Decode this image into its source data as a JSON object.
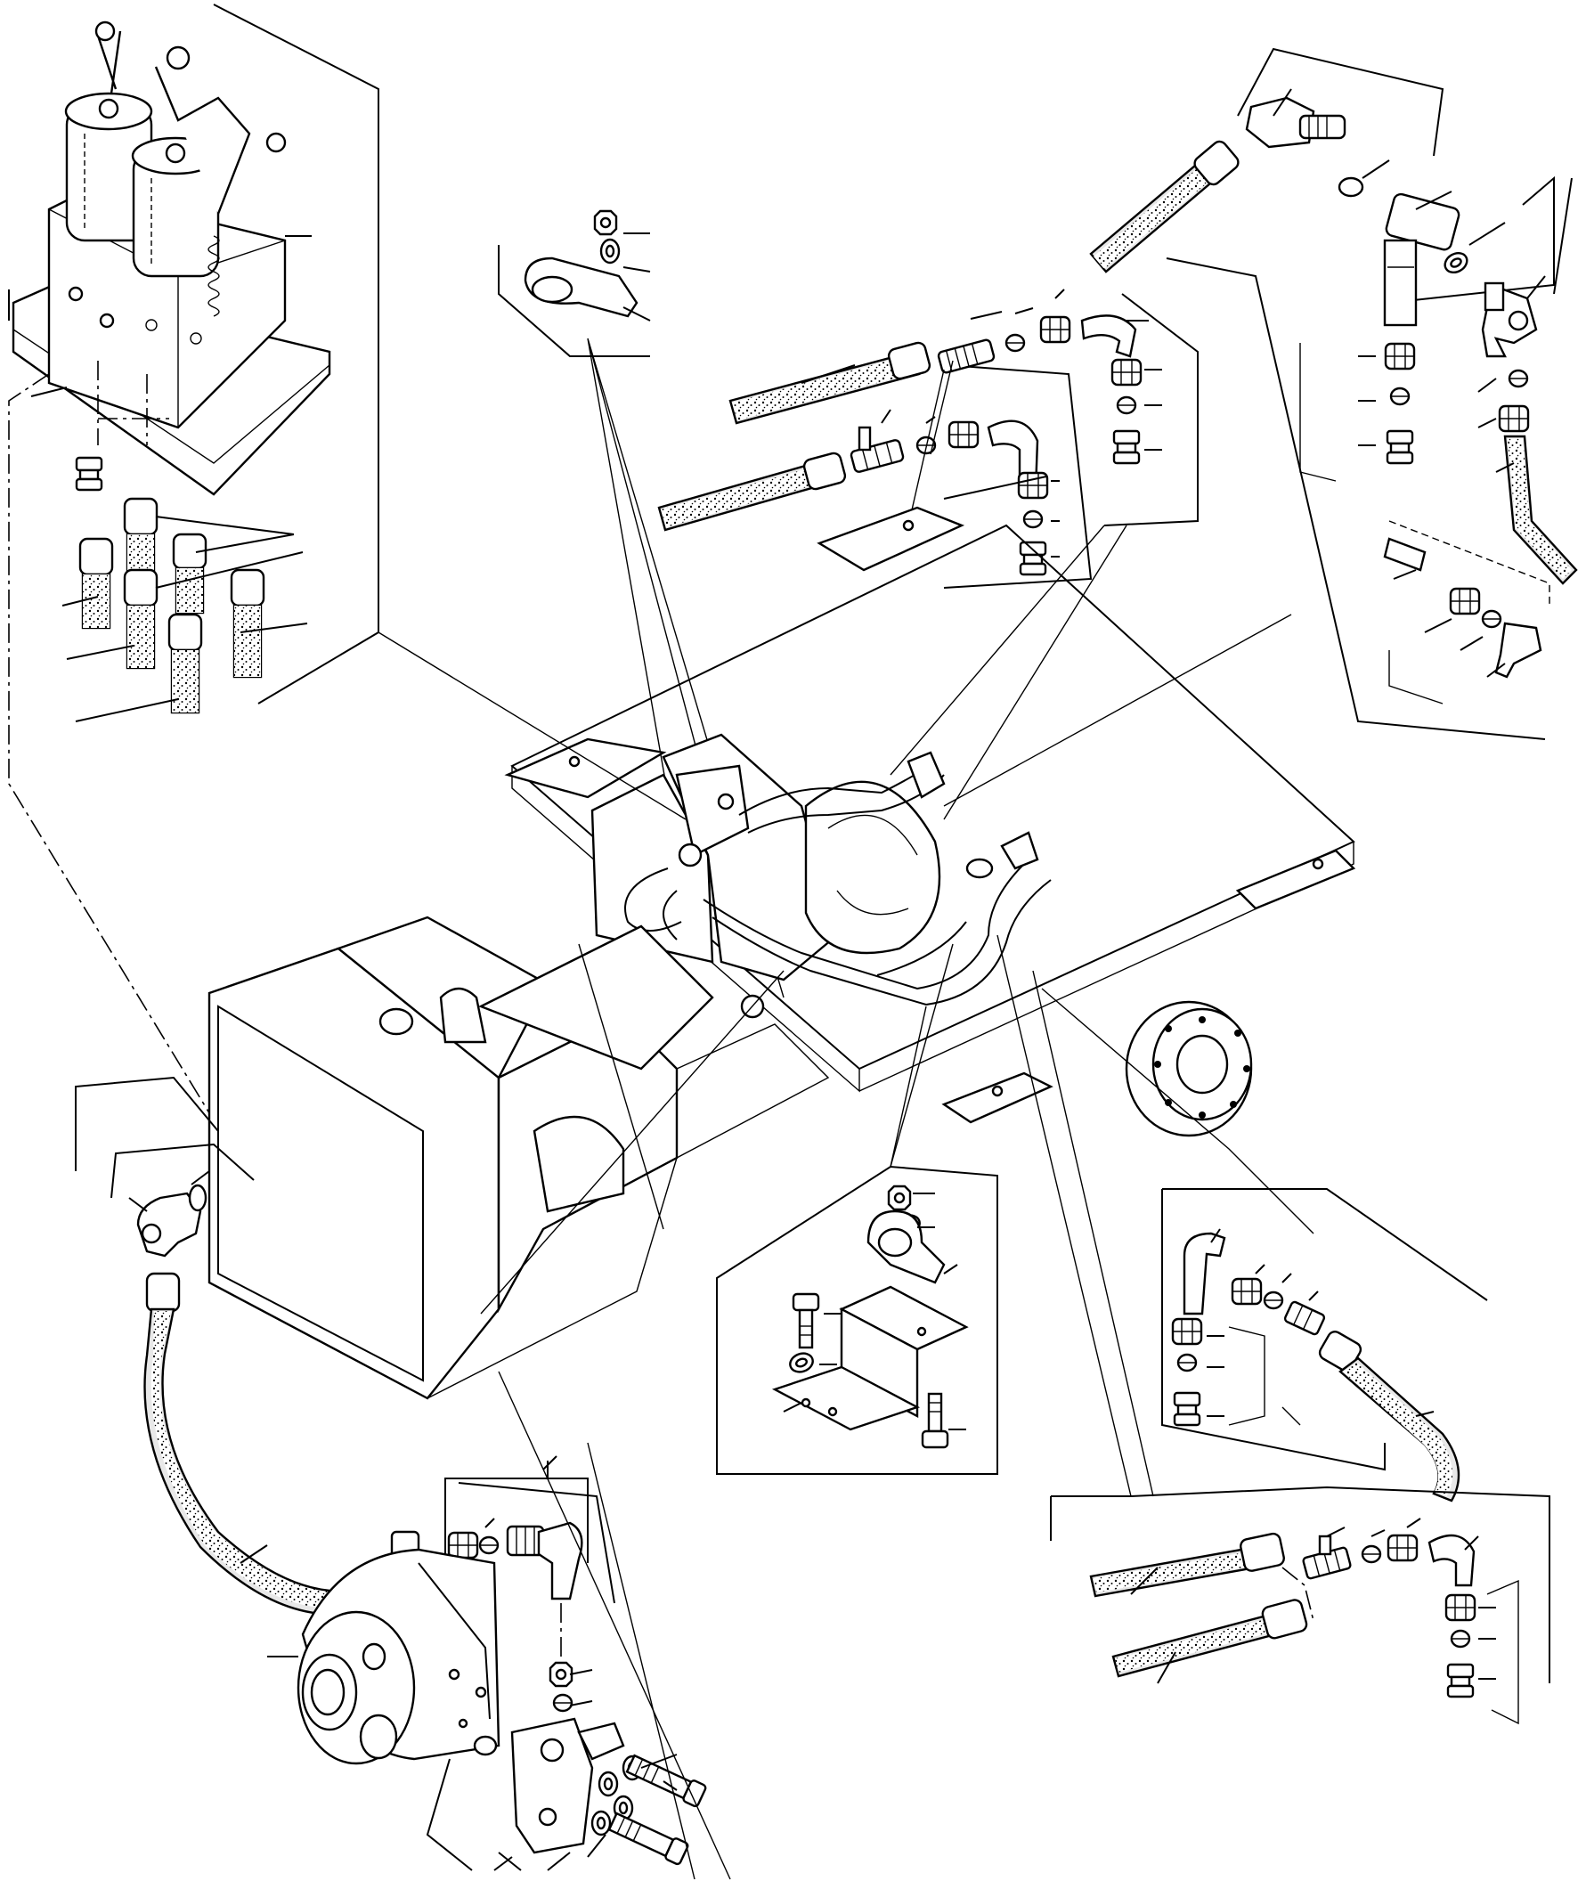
{
  "figure": {
    "kind": "exploded-parts-diagram",
    "labels": [],
    "colors": {
      "line": "#000000",
      "paper": "#ffffff",
      "hose_fill": "#e8e8e8"
    }
  },
  "groups": [
    {
      "id": "top-left-valve-block",
      "icon": "valve-block-icon"
    },
    {
      "id": "upper-center-clamp",
      "icon": "clamp-icon"
    },
    {
      "id": "upper-center-fittings",
      "icon": "fitting-set-icon"
    },
    {
      "id": "top-right-fittings",
      "icon": "tee-fitting-icon"
    },
    {
      "id": "center-chassis",
      "icon": "chassis-icon"
    },
    {
      "id": "left-elbow-hose",
      "icon": "hose-icon"
    },
    {
      "id": "bottom-left-pump",
      "icon": "pump-icon"
    },
    {
      "id": "middle-bracket",
      "icon": "bracket-icon"
    },
    {
      "id": "right-middle-fittings",
      "icon": "elbow-fitting-icon"
    },
    {
      "id": "bottom-right-hoses",
      "icon": "hose-pair-icon"
    }
  ]
}
